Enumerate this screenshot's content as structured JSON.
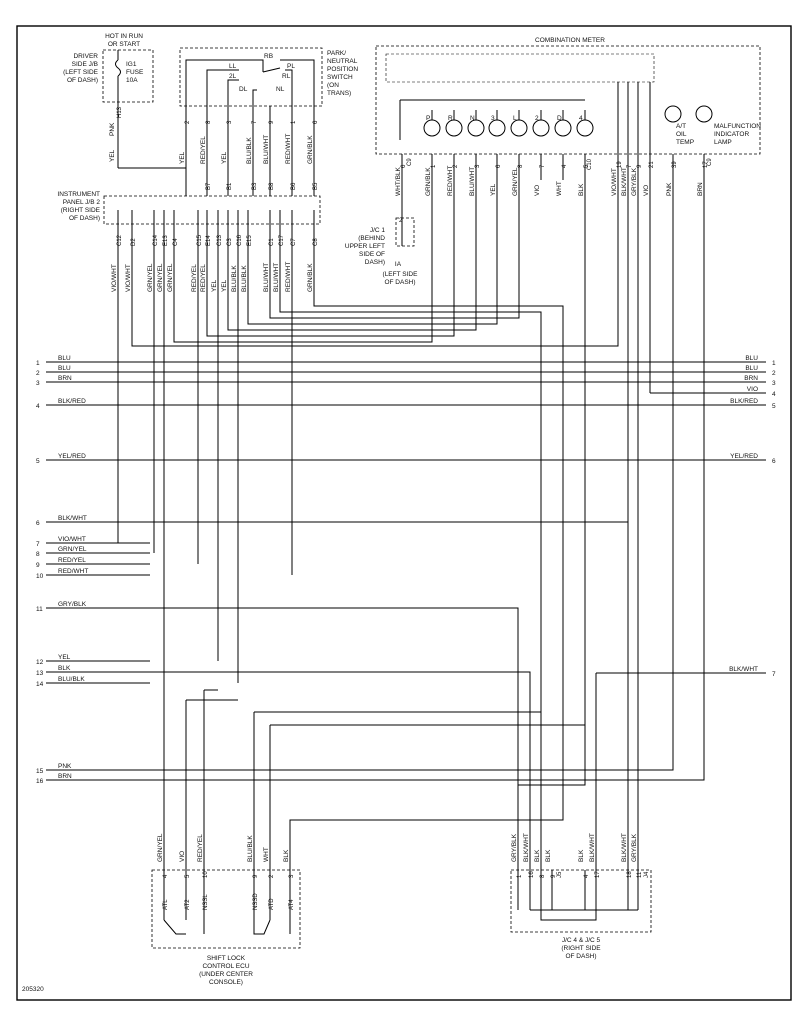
{
  "diagram_id": "205320",
  "hot_label": [
    "HOT IN RUN",
    "OR START"
  ],
  "driver_jb": [
    "DRIVER",
    "SIDE J/B",
    "(LEFT SIDE",
    "OF DASH)"
  ],
  "fuse": {
    "name": "IG1",
    "type": "FUSE",
    "rating": "10A",
    "pin": "H13",
    "wire_a": "PNK",
    "wire_b": "YEL"
  },
  "pnp_switch": {
    "label": [
      "PARK/",
      "NEUTRAL",
      "POSITION",
      "SWITCH",
      "(ON",
      "TRANS)"
    ],
    "contacts": [
      "RB",
      "LL",
      "PL",
      "2L",
      "RL",
      "DL",
      "NL"
    ],
    "pins": [
      "2",
      "8",
      "3",
      "7",
      "9",
      "1",
      "6"
    ],
    "wires": [
      "YEL",
      "RED/YEL",
      "YEL",
      "BLU/BLK",
      "BLU/WHT",
      "RED/WHT",
      "GRN/BLK"
    ]
  },
  "combination_meter": {
    "title": "COMBINATION METER",
    "indicators": [
      "P",
      "R",
      "N",
      "3",
      "L",
      "2",
      "D",
      "4"
    ],
    "pins": [
      "6",
      "1",
      "2",
      "3",
      "6",
      "8",
      "7",
      "4",
      "5",
      "19",
      "7",
      "9",
      "21",
      "39",
      "17"
    ],
    "connectors": [
      "C9",
      "C10",
      "C9"
    ],
    "wires": [
      "WHT/BLK",
      "GRN/BLK",
      "RED/WHT",
      "BLU/WHT",
      "YEL",
      "GRN/YEL",
      "VIO",
      "WHT",
      "BLK",
      "VIO/WHT",
      "BLK/WHT",
      "GRY/BLK",
      "VIO",
      "PNK",
      "BRN"
    ],
    "oil_lamp": [
      "A/T",
      "OIL",
      "TEMP"
    ],
    "mil_lamp": [
      "MALFUNCTION",
      "INDICATOR",
      "LAMP"
    ]
  },
  "ip_jb2": {
    "label": [
      "INSTRUMENT",
      "PANEL J/B 2",
      "(RIGHT SIDE",
      "OF DASH)"
    ],
    "top_pins": [
      "B7",
      "B1",
      "B3",
      "B8",
      "B6",
      "B5"
    ],
    "bottom_pins": [
      "C12",
      "D2",
      "C14",
      "E13",
      "C4",
      "C15",
      "E14",
      "C13",
      "C3",
      "C16",
      "E15",
      "C1",
      "C17",
      "C7",
      "C8"
    ],
    "wires": [
      "VIO/WHT",
      "VIO/WHT",
      "GRN/YEL",
      "GRN/YEL",
      "GRN/YEL",
      "RED/YEL",
      "RED/YEL",
      "YEL",
      "YEL",
      "BLU/BLK",
      "BLU/BLK",
      "BLU/WHT",
      "BLU/WHT",
      "RED/WHT",
      "GRN/BLK"
    ]
  },
  "jc1": {
    "label": [
      "J/C 1",
      "(BEHIND",
      "UPPER LEFT",
      "SIDE OF",
      "DASH)"
    ],
    "pin": "2",
    "conn": "IA",
    "sub": [
      "(LEFT SIDE",
      "OF DASH)"
    ]
  },
  "bus_left": [
    {
      "n": "1",
      "w": "BLU"
    },
    {
      "n": "2",
      "w": "BLU"
    },
    {
      "n": "3",
      "w": "BRN"
    },
    {
      "n": "4",
      "w": "BLK/RED"
    },
    {
      "n": "5",
      "w": "YEL/RED"
    },
    {
      "n": "6",
      "w": "BLK/WHT"
    },
    {
      "n": "7",
      "w": "VIO/WHT"
    },
    {
      "n": "8",
      "w": "GRN/YEL"
    },
    {
      "n": "9",
      "w": "RED/YEL"
    },
    {
      "n": "10",
      "w": "RED/WHT"
    },
    {
      "n": "11",
      "w": "GRY/BLK"
    },
    {
      "n": "12",
      "w": "YEL"
    },
    {
      "n": "13",
      "w": "BLK"
    },
    {
      "n": "14",
      "w": "BLU/BLK"
    },
    {
      "n": "15",
      "w": "PNK"
    },
    {
      "n": "16",
      "w": "BRN"
    }
  ],
  "bus_right": [
    {
      "n": "1",
      "w": "BLU"
    },
    {
      "n": "2",
      "w": "BLU"
    },
    {
      "n": "3",
      "w": "BRN"
    },
    {
      "n": "4",
      "w": "VIO"
    },
    {
      "n": "5",
      "w": "BLK/RED"
    },
    {
      "n": "6",
      "w": "YEL/RED"
    },
    {
      "n": "7",
      "w": "BLK/WHT"
    }
  ],
  "shift_lock_ecu": {
    "label": [
      "SHIFT LOCK",
      "CONTROL ECU",
      "(UNDER CENTER",
      "CONSOLE)"
    ],
    "pins": [
      "4",
      "5",
      "10",
      "9",
      "2",
      "3"
    ],
    "wires": [
      "GRN/YEL",
      "VIO",
      "RED/YEL",
      "BLU/BLK",
      "WHT",
      "BLK"
    ],
    "terminals": [
      "ATL",
      "AT2",
      "NSSL",
      "NSSD",
      "ATD",
      "AT4"
    ]
  },
  "jc45": {
    "label": [
      "J/C 4 & J/C 5",
      "(RIGHT SIDE",
      "OF DASH)"
    ],
    "pins": [
      "1",
      "16",
      "8",
      "9",
      "4",
      "17",
      "18",
      "11"
    ],
    "connectors": [
      "J5",
      "J4"
    ],
    "wires": [
      "GRY/BLK",
      "BLK/WHT",
      "BLK",
      "BLK",
      "BLK",
      "BLK/WHT",
      "BLK/WHT",
      "GRY/BLK"
    ]
  }
}
